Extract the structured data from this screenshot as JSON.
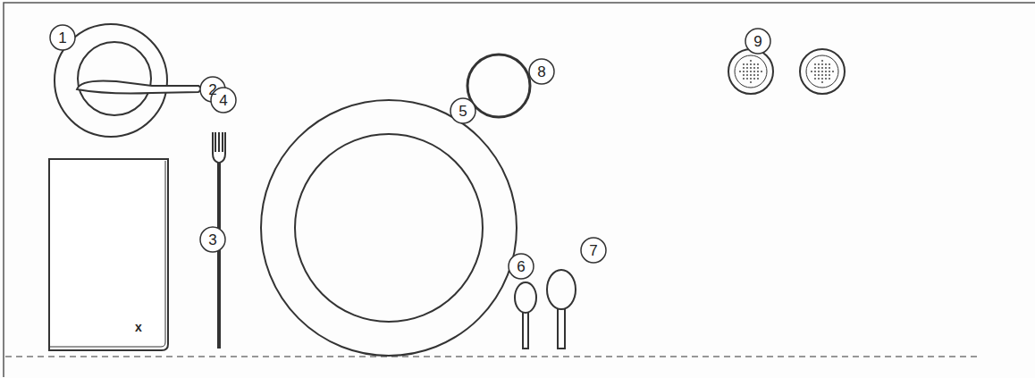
{
  "diagram": {
    "labels": [
      "1",
      "2",
      "3",
      "4",
      "5",
      "6",
      "7",
      "8",
      "9",
      "x"
    ]
  }
}
